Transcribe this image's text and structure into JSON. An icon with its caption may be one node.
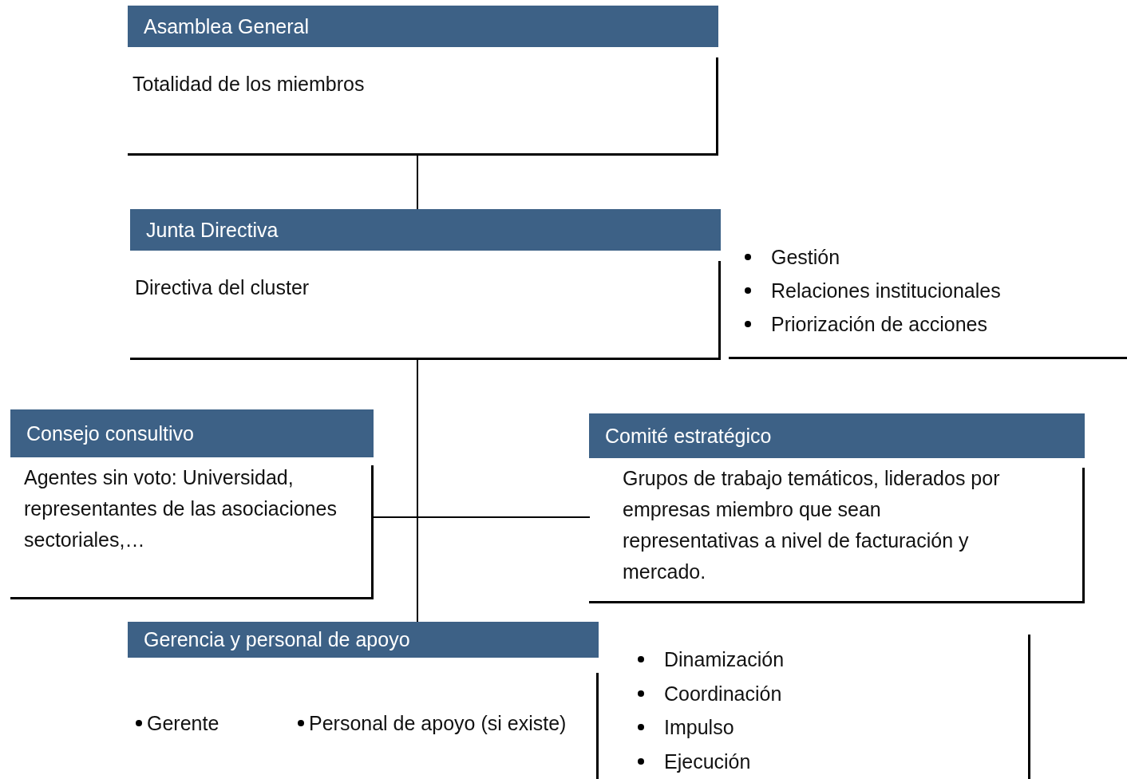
{
  "diagram": {
    "nodes": [
      {
        "text": [
          "Asamblea General",
          "Totalidad de los miembros"
        ]
      },
      {
        "text": [
          "Junta Directiva",
          "Directiva del cluster"
        ]
      },
      {
        "text": [
          "Gestión",
          "Relaciones institucionales",
          "Priorización de acciones"
        ]
      },
      {
        "text": [
          "Consejo consultivo",
          "Agentes sin voto: Universidad, representantes de las asociaciones sectoriales,…"
        ]
      },
      {
        "text": [
          "Comité estratégico",
          "Grupos de trabajo temáticos, liderados por empresas miembro que sean representativas a nivel de facturación y mercado."
        ]
      },
      {
        "text": [
          "Gerencia y personal de apoyo",
          "Gerente",
          "Personal de apoyo (si existe)"
        ]
      },
      {
        "text": [
          "Dinamización",
          "Coordinación",
          "Impulso",
          "Ejecución"
        ]
      }
    ],
    "edges": [
      {
        "from": 0,
        "to": 1,
        "arrow": "none"
      },
      {
        "from": 1,
        "to": 5,
        "arrow": "none"
      },
      {
        "from": 3,
        "to": 4,
        "arrow": "none"
      }
    ]
  }
}
